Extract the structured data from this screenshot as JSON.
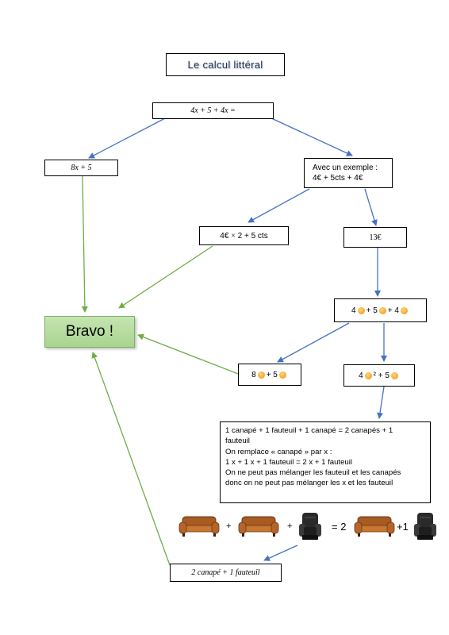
{
  "title": "Le calcul littéral",
  "colors": {
    "blue_arrow": "#4472c4",
    "green_arrow": "#70ad47",
    "bravo_fill": "#b4dc9c"
  },
  "nodes": {
    "expression": "4x + 5 + 4x =",
    "simplified": "8x + 5",
    "example_intro": "Avec un exemple :",
    "example_expr": "4€ + 5cts + 4€",
    "euro_product": {
      "pre": "4€",
      "times": "×",
      "post": "2 + 5 cts"
    },
    "euro_total": "13€",
    "emoji_sum": {
      "a": "4",
      "b": "+ 5",
      "c": "+ 4"
    },
    "emoji_right": {
      "a": "8",
      "b": "+ 5"
    },
    "emoji_wrong": {
      "a": "4",
      "b": "²",
      "c": "+ 5"
    },
    "bravo": "Bravo !"
  },
  "explanation": [
    "1 canapé + 1 fauteuil + 1 canapé = 2 canapés + 1",
    "fauteuil",
    "On remplace « canapé » par x :",
    "1 x + 1 x + 1 fauteuil = 2 x + 1 fauteuil",
    "On ne peut pas mélanger les fauteuil et les canapés",
    "donc on ne peut pas mélanger les x et les fauteuil"
  ],
  "picture_equation": {
    "plus1": "+",
    "plus2": "+",
    "equals": "= 2",
    "plus3": "+1"
  },
  "result": "2 canapé + 1 fauteuil",
  "icons": [
    "sofa-icon",
    "armchair-icon",
    "smiley-icon"
  ]
}
